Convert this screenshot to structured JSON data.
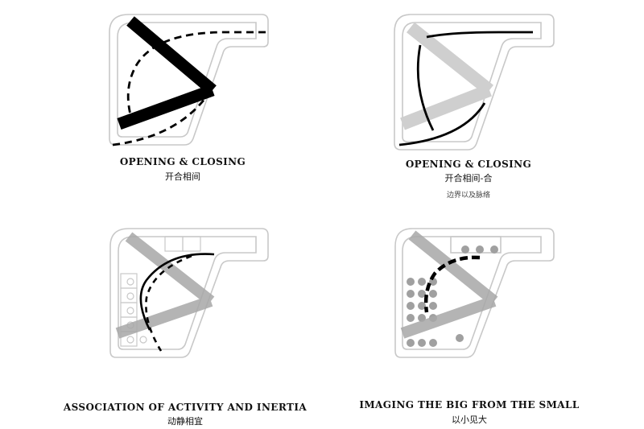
{
  "panels": [
    {
      "title": "OPENING & CLOSING",
      "subtitle_zh": "开合相间",
      "note_zh": ""
    },
    {
      "title": "OPENING & CLOSING",
      "subtitle_zh": "开合相间-合",
      "note_zh": "边界以及脉络"
    },
    {
      "title": "ASSOCIATION OF ACTIVITY AND INERTIA",
      "subtitle_zh": "动静相宜",
      "note_zh": ""
    },
    {
      "title": "IMAGING THE BIG FROM THE SMALL",
      "subtitle_zh": "以小见大",
      "note_zh": ""
    }
  ],
  "colors": {
    "outline": "#c4c4c4",
    "black": "#000000",
    "grey_bar": "#bdbdbd",
    "grey_bar_dark": "#9a9a9a",
    "dot": "#a0a0a0"
  }
}
